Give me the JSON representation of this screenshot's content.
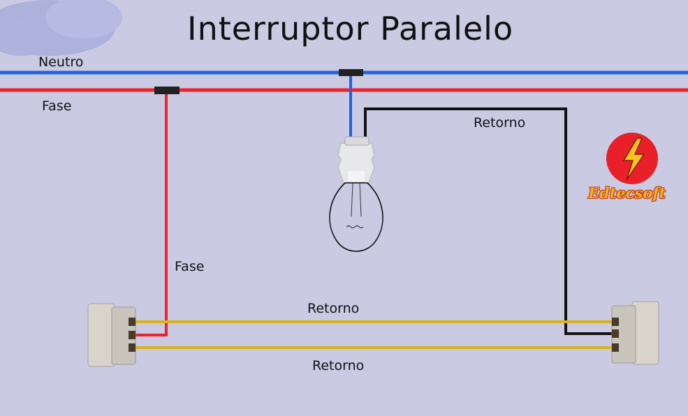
{
  "title": "Interruptor Paralelo",
  "labels": {
    "neutral": "Neutro",
    "phase_main": "Fase",
    "phase_down": "Fase",
    "return_top": "Retorno",
    "return_mid": "Retorno",
    "return_bottom": "Retorno"
  },
  "brand": "Edtecsoft",
  "colors": {
    "background": "#cacae3",
    "neutral_wire": "#1e63e6",
    "phase_wire": "#f0222a",
    "return_wire": "#111111",
    "traveler_wire": "#d9b21e",
    "logo_red": "#e8202a",
    "logo_bolt": "#f5c518"
  },
  "icons": [
    "lightning-bolt-icon",
    "light-bulb-icon",
    "switch-icon",
    "cloud-icon"
  ]
}
